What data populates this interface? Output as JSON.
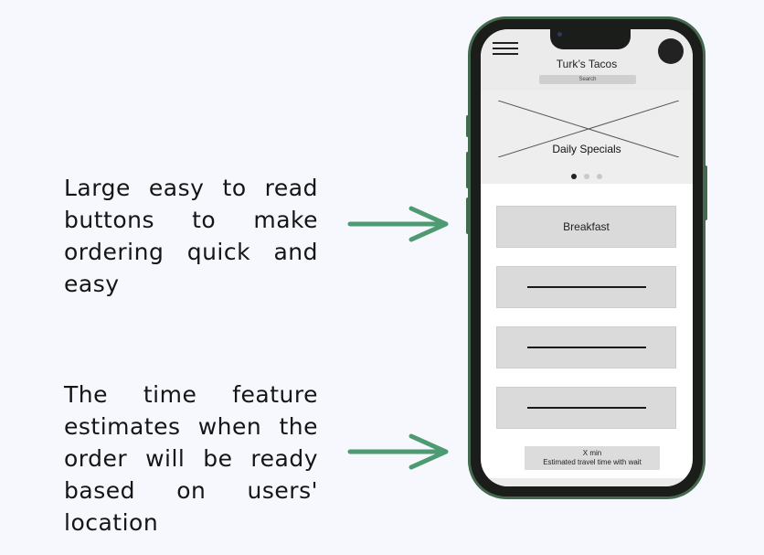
{
  "annotations": [
    {
      "text": "Large easy to read buttons to make ordering quick and easy"
    },
    {
      "text": "The time feature estimates when the order will be ready based on users' location"
    }
  ],
  "colors": {
    "arrow": "#4e9a72",
    "phone_frame": "#44694e",
    "background": "#f7f8fd"
  },
  "app": {
    "title": "Turk’s Tacos",
    "search_label": "Search",
    "menu_icon": "hamburger-icon",
    "profile_icon": "avatar",
    "banner": {
      "label": "Daily Specials",
      "dots_total": 3,
      "active_dot": 0
    },
    "menu_buttons": [
      {
        "label": "Breakfast"
      },
      {
        "label": ""
      },
      {
        "label": ""
      },
      {
        "label": ""
      }
    ],
    "time_estimate": {
      "value": "X min",
      "caption": "Estimated travel time with wait"
    }
  }
}
